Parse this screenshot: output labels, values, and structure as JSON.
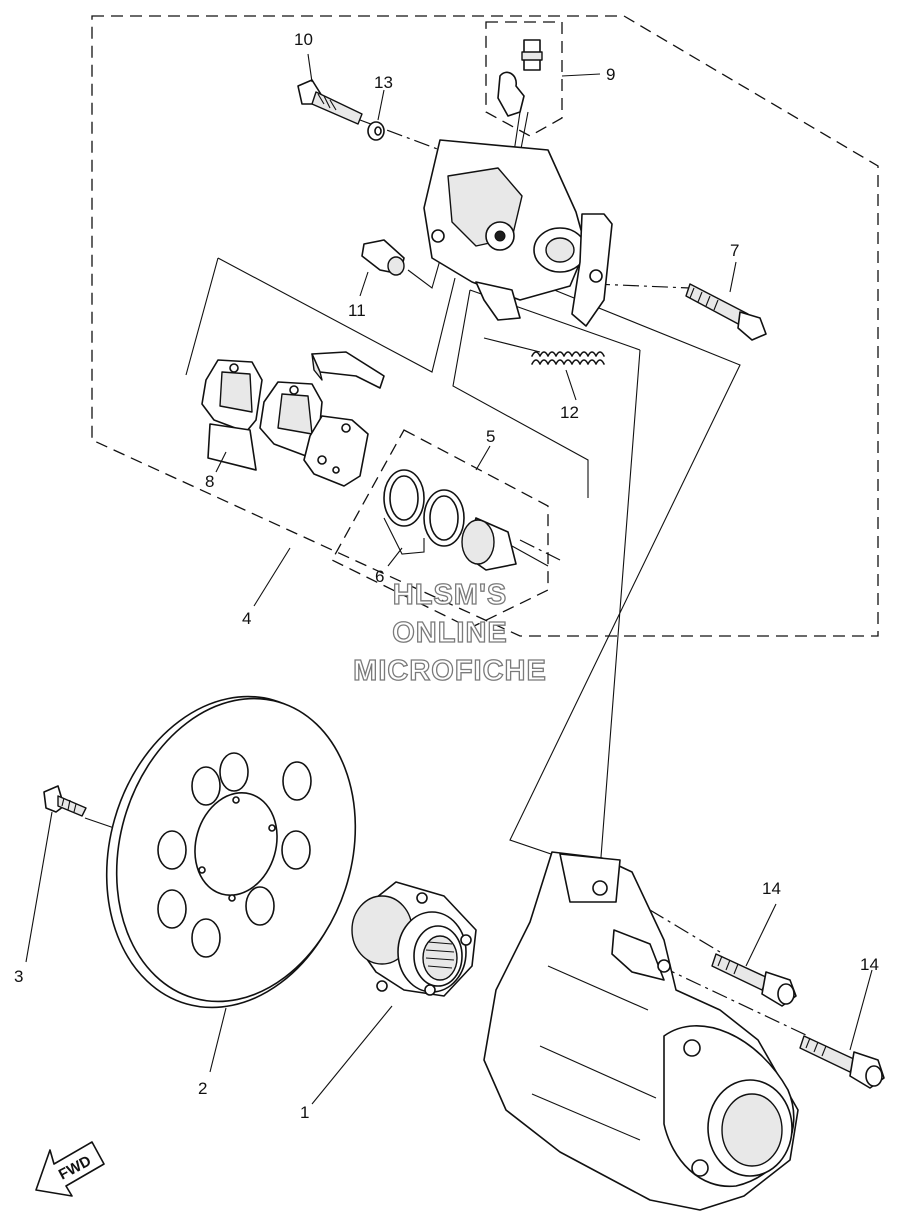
{
  "watermark": {
    "line1": "HLSM'S",
    "line2": "ONLINE",
    "line3": "MICROFICHE"
  },
  "direction_label": "FWD",
  "callouts": {
    "c1": "1",
    "c2": "2",
    "c3": "3",
    "c4": "4",
    "c5": "5",
    "c6": "6",
    "c7": "7",
    "c8": "8",
    "c9": "9",
    "c10": "10",
    "c11": "11",
    "c12": "12",
    "c13": "13",
    "c14a": "14",
    "c14b": "14"
  }
}
